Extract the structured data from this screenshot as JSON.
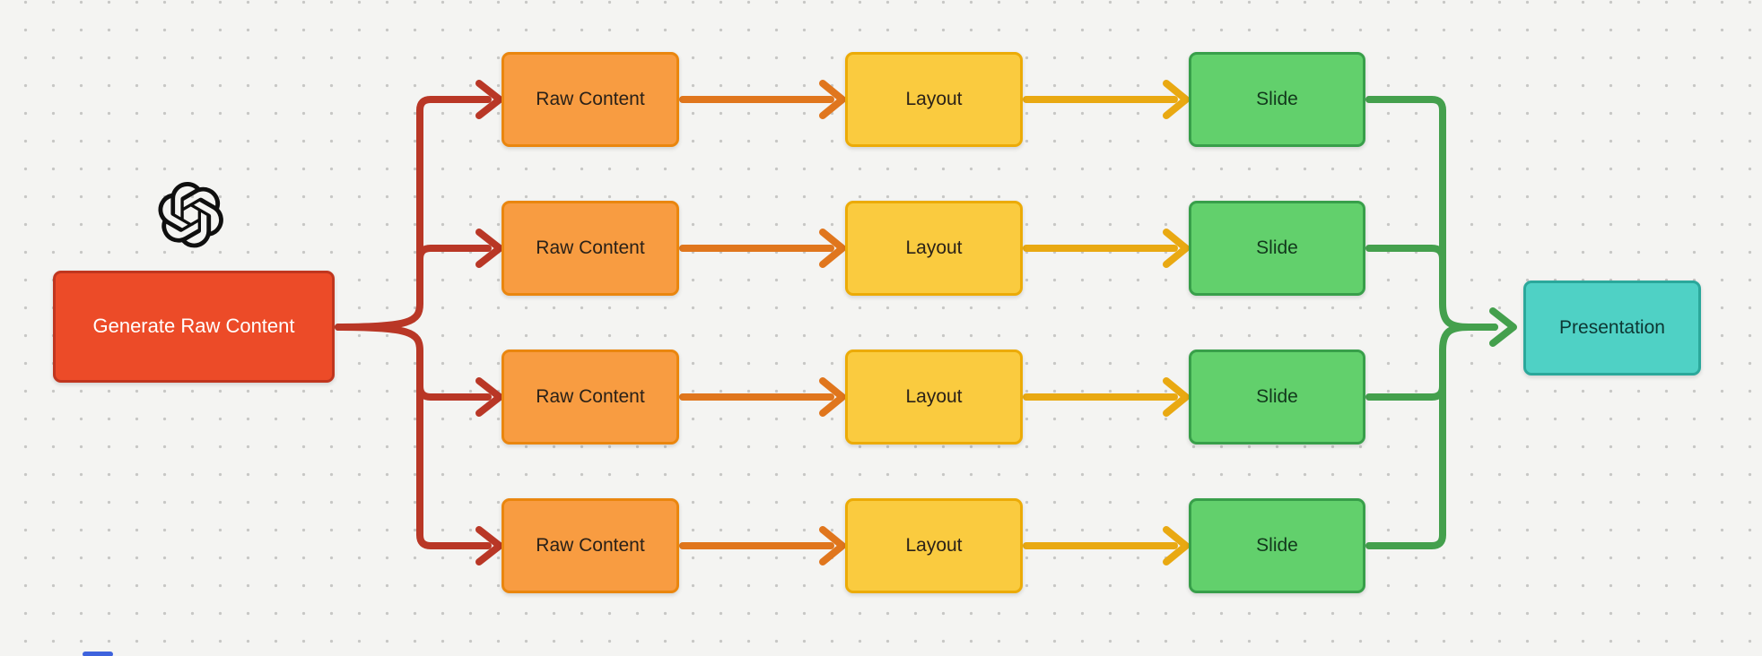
{
  "canvas": {
    "background": "#f4f4f2",
    "dot_color": "#c7c7c5"
  },
  "logo": {
    "name": "openai-logo",
    "color": "#0f0f0f"
  },
  "nodes": {
    "generate": {
      "label": "Generate Raw Content",
      "fill": "#ec4b28",
      "border": "#c0361f",
      "text": "#ffffff"
    },
    "raw_content": {
      "label": "Raw Content",
      "fill": "#f89c41",
      "border": "#ea860e",
      "text": "#2a2118"
    },
    "layout": {
      "label": "Layout",
      "fill": "#facb3f",
      "border": "#ecab07",
      "text": "#2a2118"
    },
    "slide": {
      "label": "Slide",
      "fill": "#62d06c",
      "border": "#389f4a",
      "text": "#12381c"
    },
    "presentation": {
      "label": "Presentation",
      "fill": "#4fd1c5",
      "border": "#2ba89b",
      "text": "#0d3733"
    }
  },
  "grid": {
    "row_count": 4,
    "column_labels": [
      "Raw Content",
      "Layout",
      "Slide"
    ]
  },
  "connectors": {
    "red": "#b93726",
    "orange": "#e0761d",
    "amber": "#e9a912",
    "green": "#44a04d"
  },
  "artifact": {
    "color": "#3e63dd"
  }
}
